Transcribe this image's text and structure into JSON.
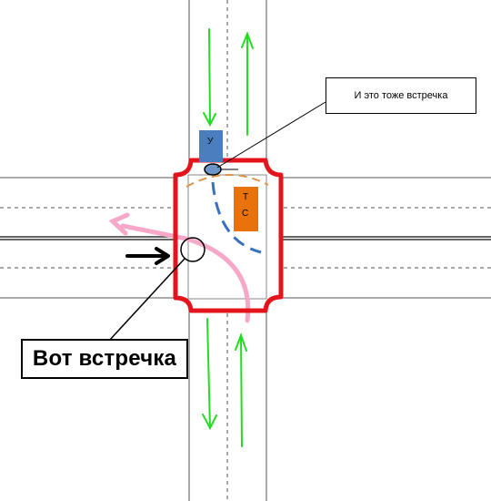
{
  "labels": {
    "top_callout": "И это тоже встречка",
    "main_callout": "Вот встречка"
  },
  "vehicles": {
    "y_label": "У",
    "ts_label_1": "Т",
    "ts_label_2": "С"
  },
  "colors": {
    "intersection_border": "#e3141b",
    "vehicle_y": "#4a7ebf",
    "vehicle_ts": "#e8730c",
    "lane_arrows": "#22dd22",
    "pink_path": "#f7a8c8",
    "blue_path": "#3a70c0",
    "orange_path": "#e0944a"
  }
}
